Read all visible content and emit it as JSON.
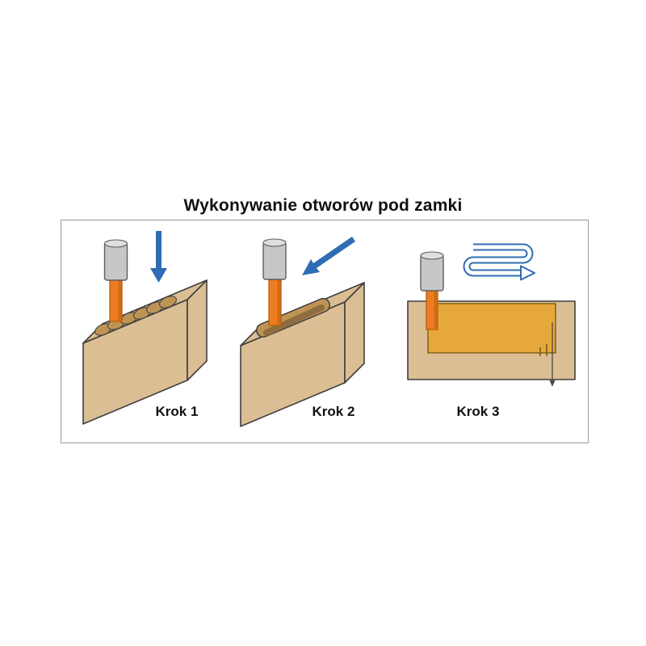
{
  "title": "Wykonywanie otworów pod zamki",
  "steps": [
    {
      "label": "Krok 1"
    },
    {
      "label": "Krok 2"
    },
    {
      "label": "Krok 3"
    }
  ],
  "icons": {
    "step1_arrow": "down-arrow",
    "step2_arrow": "diagonal-down-left-arrow",
    "step3_arrow": "zigzag-path-arrow"
  },
  "colors": {
    "background": "#FFFFFF",
    "text": "#111111",
    "frame_border": "#9B9B9B",
    "wood": "#DBBE93",
    "hole": "#BE9455",
    "slot_inner": "#8F6D3E",
    "outline": "#3F3F3F",
    "drill_orange": "#ED7D21",
    "drill_orange_dark": "#B95E0E",
    "chuck_gray": "#C7C7C7",
    "chuck_gray_light": "#DEDEDE",
    "chuck_border": "#5F5F5F",
    "arrow_blue": "#2E6DB4",
    "pocket_yellow": "#E7A83B",
    "pocket_border": "#7A5C12"
  }
}
